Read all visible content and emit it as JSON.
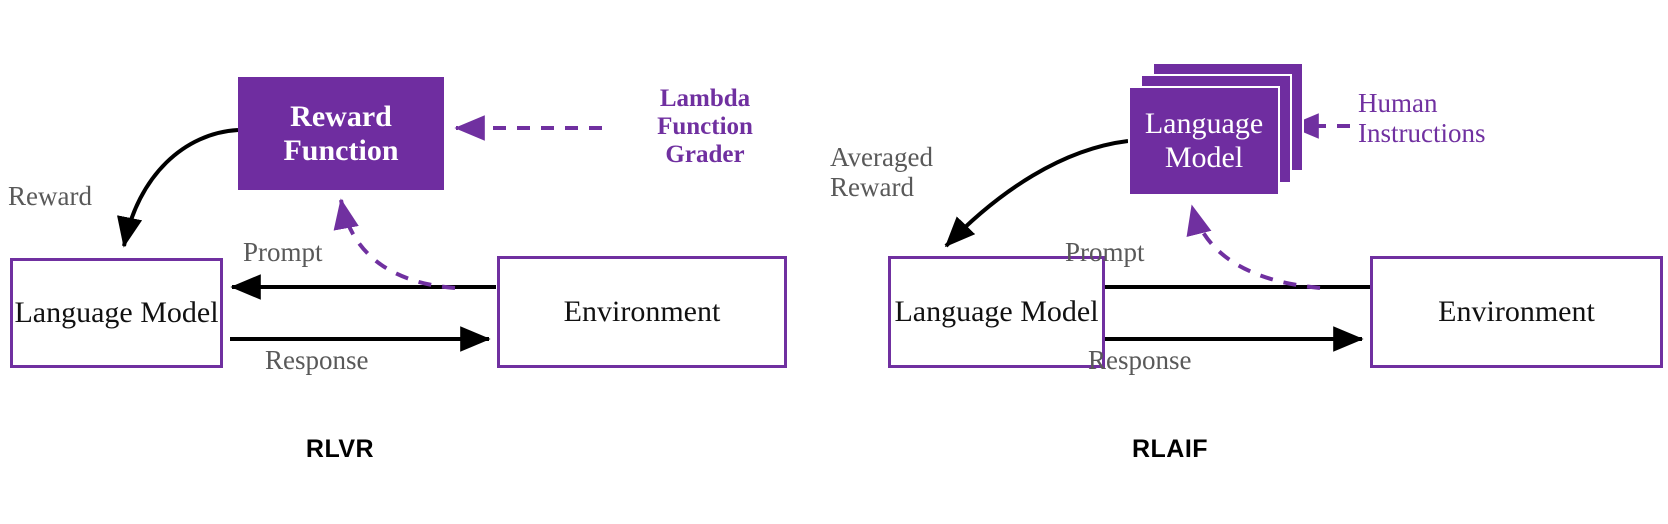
{
  "figure": {
    "title_left": "RLVR",
    "title_right": "RLAIF",
    "accent_purple": "#7030A0",
    "fill_purple": "#6F2DA0",
    "label_gray": "#595959"
  },
  "left_panel": {
    "caption": "RLVR",
    "nodes": {
      "reward_function": "Reward\nFunction",
      "language_model": "Language\nModel",
      "environment": "Environment"
    },
    "edge_labels": {
      "reward": "Reward",
      "prompt": "Prompt",
      "response": "Response"
    },
    "external_source": "Lambda\nFunction\nGrader"
  },
  "right_panel": {
    "caption": "RLAIF",
    "nodes": {
      "judge_language_model": "Language\nModel",
      "language_model": "Language\nModel",
      "environment": "Environment"
    },
    "edge_labels": {
      "reward": "Averaged\nReward",
      "prompt": "Prompt",
      "response": "Response"
    },
    "external_source": "Human\nInstructions"
  }
}
